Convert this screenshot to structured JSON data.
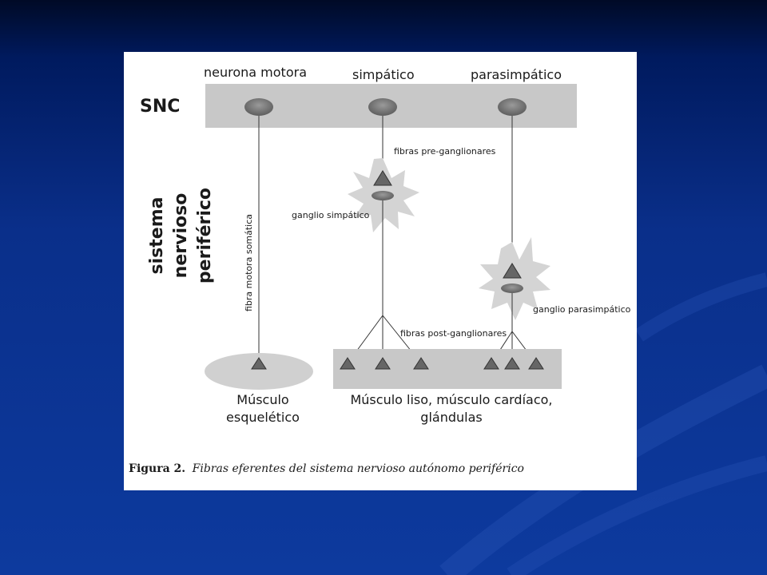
{
  "slide": {
    "colors": {
      "background": "#0d3a9e",
      "panel": "#ffffff",
      "band": "#c8c8c8",
      "cell": "#777777"
    }
  },
  "diagram": {
    "labels": {
      "motor_neuron": "neurona motora",
      "sympathetic": "simpático",
      "parasympathetic": "parasimpático",
      "cns": "SNC",
      "pns_line1": "sistema",
      "pns_line2": "nervioso",
      "pns_line3": "periférico",
      "somatic_fiber": "fibra motora somática",
      "preganglionic": "fibras pre-ganglionares",
      "sympathetic_ganglion": "ganglio simpático",
      "parasympathetic_ganglion": "ganglio parasimpático",
      "postganglionic": "fibras post-ganglionares",
      "skeletal_line1": "Músculo",
      "skeletal_line2": "esquelético",
      "targets_line1": "Músculo liso, músculo cardíaco,",
      "targets_line2": "glándulas"
    },
    "caption": {
      "lead": "Figura 2.",
      "text": "Fibras eferentes del sistema nervioso autónomo periférico"
    }
  }
}
